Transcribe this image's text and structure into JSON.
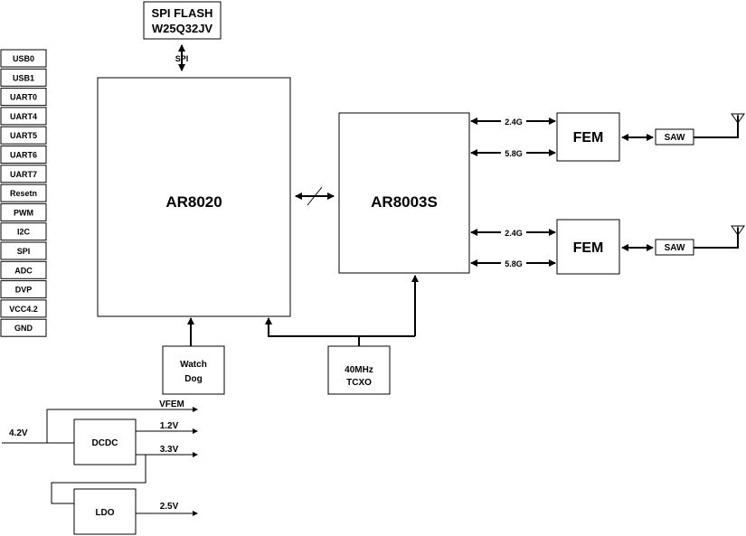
{
  "spi_flash": {
    "line1": "SPI FLASH",
    "line2": "W25Q32JV",
    "bus_label": "SPI"
  },
  "main_soc": {
    "label": "AR8020"
  },
  "rf_chip": {
    "label": "AR8003S"
  },
  "rf_paths": [
    {
      "bands": [
        "2.4G",
        "5.8G"
      ],
      "fem_label": "FEM",
      "filter_label": "SAW"
    },
    {
      "bands": [
        "2.4G",
        "5.8G"
      ],
      "fem_label": "FEM",
      "filter_label": "SAW"
    }
  ],
  "interfaces": [
    "USB0",
    "USB1",
    "UART0",
    "UART4",
    "UART5",
    "UART6",
    "UART7",
    "Resetn",
    "PWM",
    "I2C",
    "SPI",
    "ADC",
    "DVP",
    "VCC4.2",
    "GND"
  ],
  "watchdog": {
    "line1": "Watch",
    "line2": "Dog"
  },
  "tcxo": {
    "line1": "40MHz",
    "line2": "TCXO"
  },
  "power": {
    "input": "4.2V",
    "rail_fem": "VFEM",
    "dcdc_label": "DCDC",
    "dcdc_out1": "1.2V",
    "dcdc_out2": "3.3V",
    "ldo_label": "LDO",
    "ldo_out": "2.5V"
  }
}
